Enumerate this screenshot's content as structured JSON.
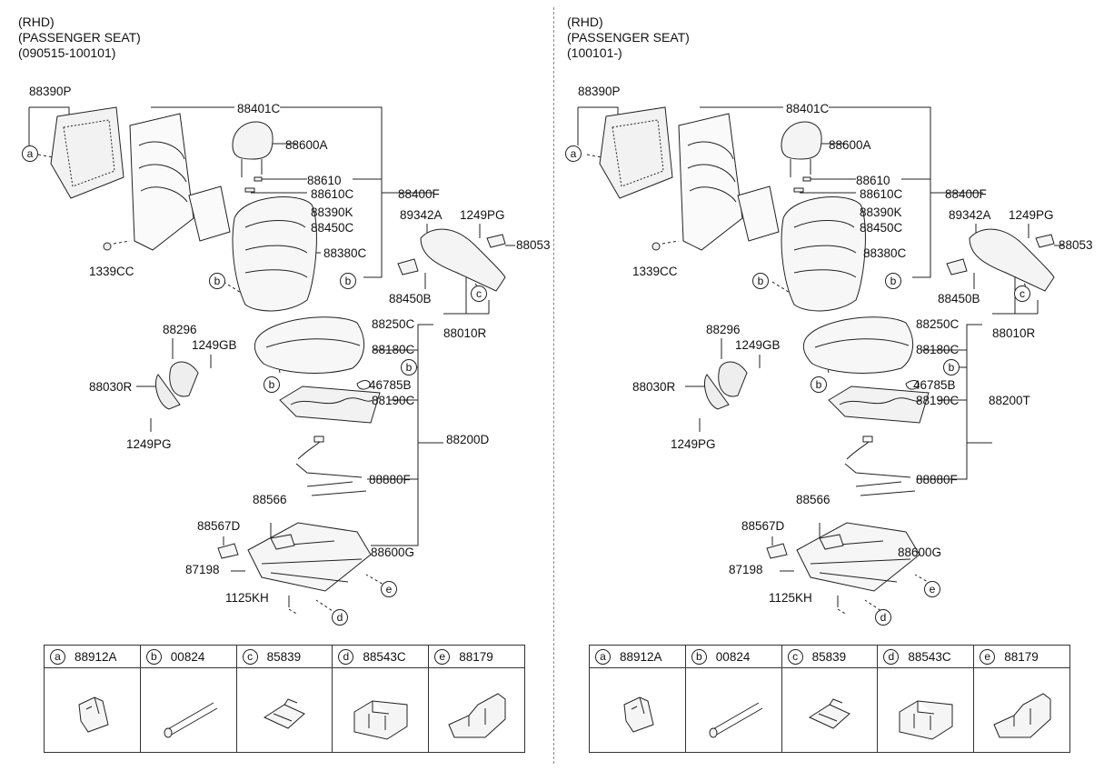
{
  "panels": [
    {
      "header": [
        "(RHD)",
        "(PASSENGER SEAT)",
        "(090515-100101)"
      ],
      "parts": {
        "p88390P": "88390P",
        "p88401C": "88401C",
        "p88600A": "88600A",
        "p88610": "88610",
        "p88610C": "88610C",
        "p88400F": "88400F",
        "p88390K": "88390K",
        "p88450C": "88450C",
        "p88380C": "88380C",
        "p89342A": "89342A",
        "p1249PG_top": "1249PG",
        "p88053": "88053",
        "p1339CC": "1339CC",
        "p88450B": "88450B",
        "p88010R": "88010R",
        "p88296": "88296",
        "p1249GB": "1249GB",
        "p88030R": "88030R",
        "p1249PG_low": "1249PG",
        "p88250C": "88250C",
        "p88180C": "88180C",
        "p46785B": "46785B",
        "p88190C": "88190C",
        "p88200": "88200D",
        "p88880F": "88880F",
        "p88566": "88566",
        "p88567D": "88567D",
        "p88600G": "88600G",
        "p87198": "87198",
        "p1125KH": "1125KH"
      }
    },
    {
      "header": [
        "(RHD)",
        "(PASSENGER SEAT)",
        "(100101-)"
      ],
      "parts": {
        "p88390P": "88390P",
        "p88401C": "88401C",
        "p88600A": "88600A",
        "p88610": "88610",
        "p88610C": "88610C",
        "p88400F": "88400F",
        "p88390K": "88390K",
        "p88450C": "88450C",
        "p88380C": "88380C",
        "p89342A": "89342A",
        "p1249PG_top": "1249PG",
        "p88053": "88053",
        "p1339CC": "1339CC",
        "p88450B": "88450B",
        "p88010R": "88010R",
        "p88296": "88296",
        "p1249GB": "1249GB",
        "p88030R": "88030R",
        "p1249PG_low": "1249PG",
        "p88250C": "88250C",
        "p88180C": "88180C",
        "p46785B": "46785B",
        "p88190C": "88190C",
        "p88200": "88200T",
        "p88880F": "88880F",
        "p88566": "88566",
        "p88567D": "88567D",
        "p88600G": "88600G",
        "p87198": "87198",
        "p1125KH": "1125KH"
      }
    }
  ],
  "callout_letters": [
    "a",
    "b",
    "c",
    "d",
    "e"
  ],
  "legend": [
    {
      "letter": "a",
      "part": "88912A",
      "icon": "clip-icon"
    },
    {
      "letter": "b",
      "part": "00824",
      "icon": "tube-icon"
    },
    {
      "letter": "c",
      "part": "85839",
      "icon": "clip-block-icon"
    },
    {
      "letter": "d",
      "part": "88543C",
      "icon": "double-clip-icon"
    },
    {
      "letter": "e",
      "part": "88179",
      "icon": "bracket-clip-icon"
    }
  ]
}
